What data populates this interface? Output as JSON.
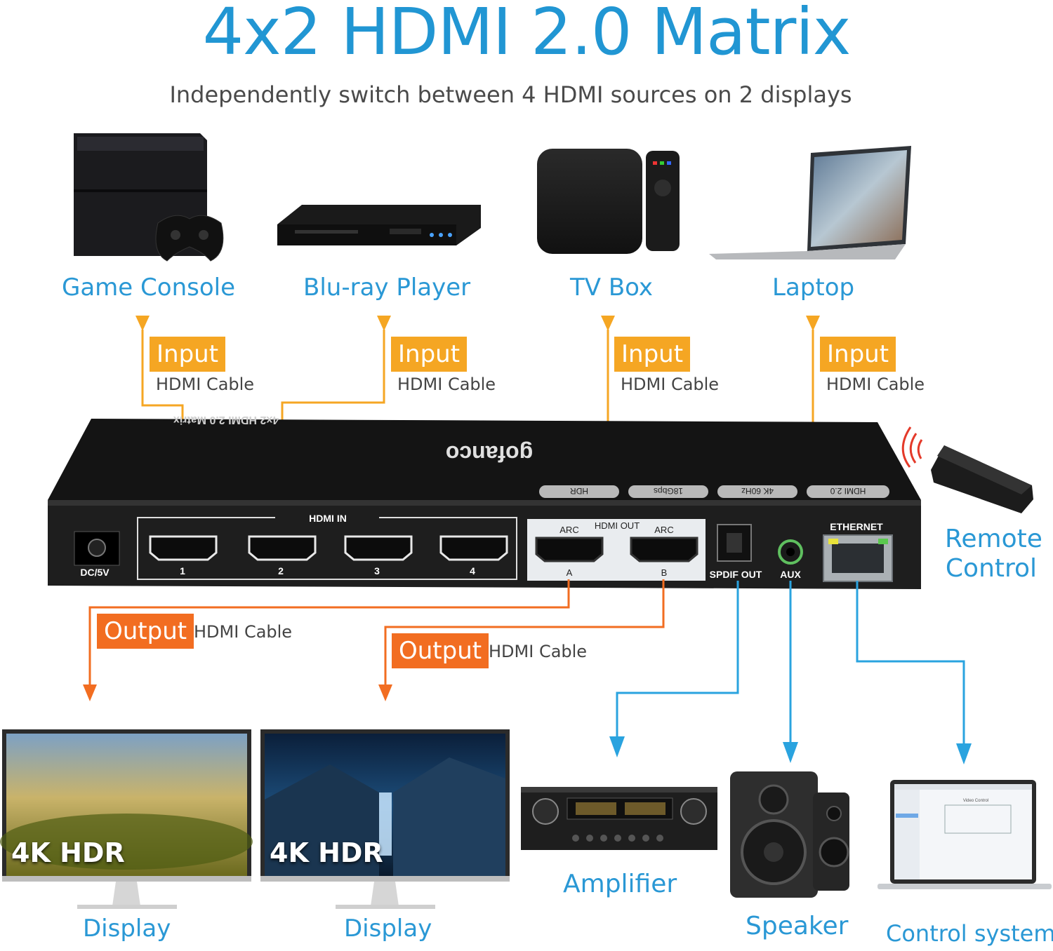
{
  "title": "4x2 HDMI 2.0 Matrix",
  "subtitle": "Independently switch between 4 HDMI sources on 2 displays",
  "sources": [
    {
      "label": "Game Console",
      "badge": "Input",
      "cable": "HDMI Cable"
    },
    {
      "label": "Blu-ray Player",
      "badge": "Input",
      "cable": "HDMI Cable"
    },
    {
      "label": "TV Box",
      "badge": "Input",
      "cable": "HDMI Cable"
    },
    {
      "label": "Laptop",
      "badge": "Input",
      "cable": "HDMI Cable"
    }
  ],
  "outputs": [
    {
      "badge": "Output",
      "cable": "HDMI Cable",
      "display": "Display",
      "overlay": "4K HDR"
    },
    {
      "badge": "Output",
      "cable": "HDMI Cable",
      "display": "Display",
      "overlay": "4K HDR"
    }
  ],
  "remote": {
    "line1": "Remote",
    "line2": "Control"
  },
  "audio_devices": {
    "amplifier": "Amplifier",
    "speaker": "Speaker",
    "control": "Control system"
  },
  "device": {
    "brand": "gofanco",
    "top_label": "4x2 HDMI 2.0 Matrix",
    "features": [
      "HDR",
      "18Gbps",
      "4K 60Hz",
      "HDMI 2.0"
    ],
    "dc_label": "DC/5V",
    "hdmi_in_label": "HDMI IN",
    "input_ports": [
      "1",
      "2",
      "3",
      "4"
    ],
    "hdmi_out_label": "HDMI OUT",
    "arc_label": "ARC",
    "output_ports": [
      "A",
      "B"
    ],
    "spdif_label": "SPDIF OUT",
    "aux_label": "AUX",
    "ethernet_label": "ETHERNET"
  },
  "screen": {
    "heading": "Video Control"
  },
  "colors": {
    "accent_blue": "#2196d3",
    "input_orange": "#f5a623",
    "output_orange": "#f26d21",
    "audio_blue": "#2aa3df"
  }
}
